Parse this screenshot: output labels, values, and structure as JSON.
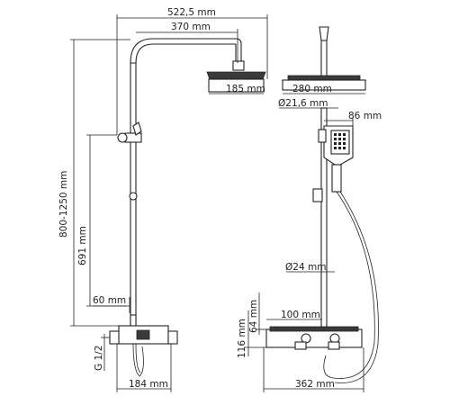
{
  "left_view": {
    "width_overall": "522,5 mm",
    "arm_length": "370 mm",
    "head_width": "185 mm",
    "height_range": "800-1250 mm",
    "holder_height": "691 mm",
    "valve_offset": "60 mm",
    "inlet": "G 1/2",
    "base_width": "184 mm"
  },
  "right_view": {
    "head_diameter": "280 mm",
    "pipe_diameter": "Ø21,6 mm",
    "handset_depth": "86 mm",
    "rail_diameter": "Ø24 mm",
    "valve_depth": "100 mm",
    "shelf_thickness": "64 mm",
    "valve_height": "116 mm",
    "shelf_depth": "362 mm"
  }
}
